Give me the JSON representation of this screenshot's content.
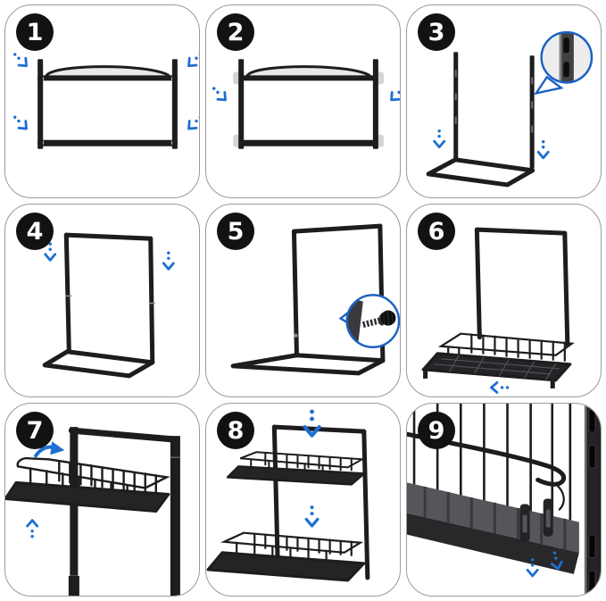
{
  "sheet": {
    "kind": "assembly-instruction-steps",
    "grid": {
      "rows": 3,
      "cols": 3
    }
  },
  "colors": {
    "accent_blue": "#1e6fd2",
    "bubble_blue": "#1d62c4",
    "line_black": "#1d1d1f",
    "tray_dark": "#242427",
    "panel_border": "#9b9b9b",
    "badge_bg": "#121212",
    "badge_text": "#ffffff"
  },
  "steps": [
    {
      "number": "1",
      "icons": [
        "dashed-arrow-icon",
        "dashed-arrow-icon",
        "dashed-arrow-icon",
        "dashed-arrow-icon"
      ]
    },
    {
      "number": "2",
      "icons": [
        "dashed-arrow-icon",
        "dashed-arrow-icon"
      ]
    },
    {
      "number": "3",
      "icons": [
        "dashed-arrow-icon",
        "dashed-arrow-icon",
        "slot-detail-callout"
      ]
    },
    {
      "number": "4",
      "icons": [
        "dashed-arrow-icon",
        "dashed-arrow-icon"
      ]
    },
    {
      "number": "5",
      "icons": [
        "thumb-screw-callout"
      ]
    },
    {
      "number": "6",
      "icons": [
        "dashed-arrow-icon"
      ]
    },
    {
      "number": "7",
      "icons": [
        "solid-curved-arrow-icon",
        "dashed-arrow-icon"
      ]
    },
    {
      "number": "8",
      "icons": [
        "dashed-arrow-icon",
        "dashed-arrow-icon"
      ]
    },
    {
      "number": "9",
      "icons": [
        "dashed-arrow-icon",
        "dashed-arrow-icon"
      ]
    }
  ]
}
